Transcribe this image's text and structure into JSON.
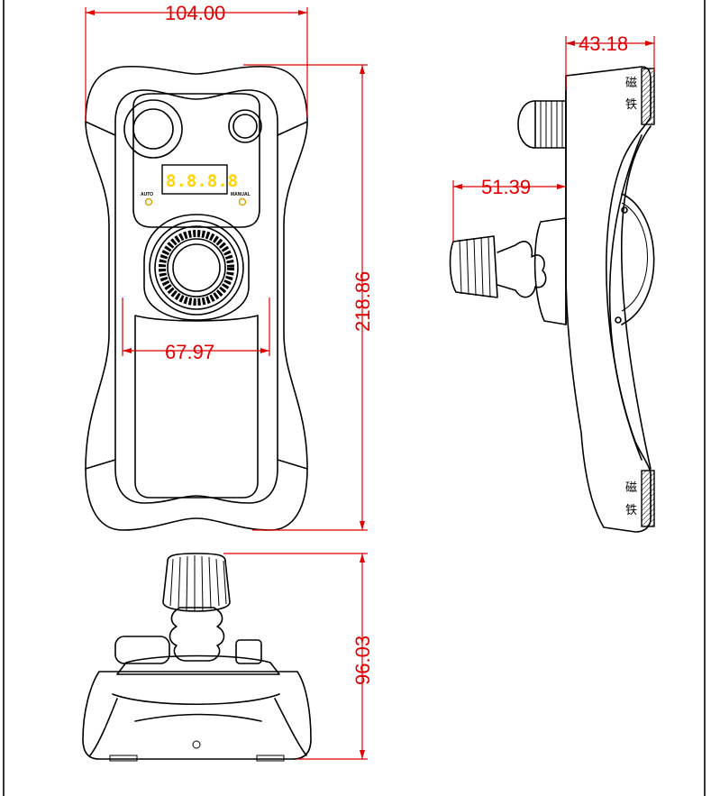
{
  "dimensions": {
    "width_top": "104.00",
    "height_front": "218.86",
    "width_lower": "67.97",
    "depth_top": "43.18",
    "knob_offset": "51.39",
    "base_height": "96.03"
  },
  "labels": {
    "magnet_top_1": "磁",
    "magnet_top_2": "铁",
    "magnet_bottom_1": "磁",
    "magnet_bottom_2": "铁",
    "led_display": "8.8.8.8",
    "auto": "AUTO",
    "manual": "MANUAL"
  },
  "colors": {
    "dimension": "#e00000",
    "led": "#ffd400",
    "led_bg": "#ffffff"
  }
}
